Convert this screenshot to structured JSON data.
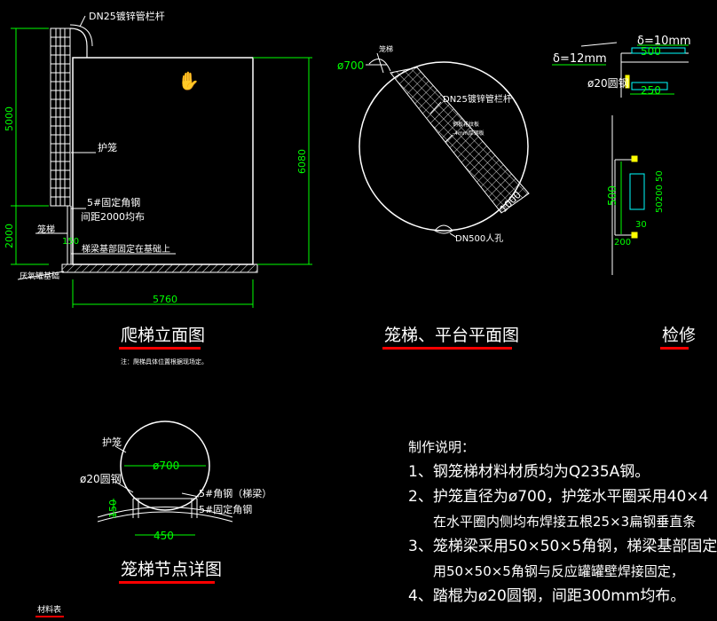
{
  "elevation": {
    "top_pipe_label": "DN25镀锌管栏杆",
    "cage_label": "护笼",
    "angle_label_1": "5#固定角钢",
    "angle_label_2": "间距2000均布",
    "ladder_label": "笼梯",
    "dim_150": "150",
    "base_label": "梯梁基部固定在基础上",
    "foundation_label": "厌氧罐基础",
    "dim_5000": "5000",
    "dim_2000": "2000",
    "dim_6080": "6080",
    "dim_5760": "5760",
    "title": "爬梯立面图",
    "note": "注：爬梯具体位置根据现场定。"
  },
  "plan": {
    "dim_700": "ø700",
    "cage_label": "笼梯",
    "pipe_label": "DN25镀锌管栏杆",
    "plate_label_1": "钢板花纹板",
    "plate_label_2": "-4mm厚钢板",
    "dim_1000": "1000",
    "manhole_label": "DN500人孔",
    "title": "笼梯、平台平面图"
  },
  "detail_right": {
    "delta_10": "δ=10mm",
    "delta_12": "δ=12mm",
    "dim_500a": "500",
    "round_steel": "ø20圆钢",
    "dim_250": "250",
    "dim_500b": "500",
    "dim_50200": "50200",
    "dim_50": "50",
    "dim_30": "30",
    "dim_200": "200",
    "title": "检修"
  },
  "node_detail": {
    "cage_label": "护笼",
    "dim_700": "ø700",
    "round_steel": "ø20圆钢",
    "angle_1": "5#角钢（梯梁）",
    "angle_2": "5#固定角钢",
    "dim_150": "150",
    "dim_450": "450",
    "title": "笼梯节点详图"
  },
  "notes": {
    "title": "制作说明：",
    "line1": "1、钢笼梯材料材质均为Q235A钢。",
    "line2": "2、护笼直径为ø700，护笼水平圈采用40×4",
    "line2b": "在水平圈内侧均布焊接五根25×3扁钢垂直条",
    "line3": "3、笼梯梁采用50×50×5角钢，梯梁基部固定",
    "line3b": "用50×50×5角钢与反应罐罐壁焊接固定，",
    "line4": "4、踏棍为ø20圆钢，间距300mm均布。"
  },
  "material_table": {
    "label": "材料表"
  },
  "colors": {
    "line": "#ffffff",
    "dim": "#00ff00",
    "text": "#ffffff",
    "accent": "#ff0000",
    "cyan": "#00ffff",
    "yellow": "#ffff00"
  }
}
